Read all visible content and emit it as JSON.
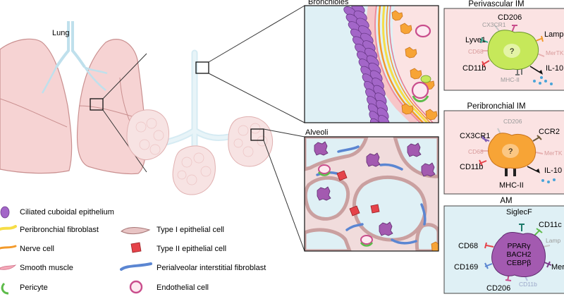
{
  "lung_label": "Lung",
  "zoom_labels": {
    "bronchioles": "Bronchioles",
    "alveoli": "Alveoli"
  },
  "panels": {
    "perivascular": {
      "title": "Perivascular IM",
      "cell_mark": "?",
      "markers_strong": [
        "CD206",
        "Lyve1",
        "Lamp",
        "CD11b"
      ],
      "markers_faint": [
        "CX3CR1",
        "CD68",
        "MerTK",
        "MHC-II"
      ],
      "cytokine": "IL-10"
    },
    "peribronchial": {
      "title": "Peribronchial IM",
      "cell_mark": "?",
      "markers_strong": [
        "CX3CR1",
        "CCR2",
        "CD11b",
        "MHC-II"
      ],
      "markers_faint": [
        "CD206",
        "CD68",
        "MerTK"
      ],
      "cytokine": "IL-10"
    },
    "am": {
      "title": "AM",
      "cell_text": [
        "PPARγ",
        "BACH2",
        "CEBPβ"
      ],
      "markers_strong": [
        "SiglecF",
        "CD11c",
        "CD68",
        "CD169",
        "Mer",
        "CD206"
      ],
      "markers_faint": [
        "Lamp",
        "CD11b"
      ]
    }
  },
  "legend": [
    {
      "label": "Ciliated cuboidal epithelium",
      "icon": "ciliated-cell"
    },
    {
      "label": "Peribronchial fibroblast",
      "icon": "yellow-fibroblast"
    },
    {
      "label": "Nerve cell",
      "icon": "orange-fiber"
    },
    {
      "label": "Smooth muscle",
      "icon": "pink-muscle"
    },
    {
      "label": "Pericyte",
      "icon": "green-pericyte"
    },
    {
      "label": "Type I epithelial cell",
      "icon": "type1-cell"
    },
    {
      "label": "Type II epithelial cell",
      "icon": "type2-cell"
    },
    {
      "label": "Perialveolar interstitial fibroblast",
      "icon": "blue-fibroblast"
    },
    {
      "label": "Endothelial cell",
      "icon": "endothelial-ring"
    }
  ],
  "colors": {
    "lung_fill": "#f6d3d3",
    "lung_stroke": "#c98f8f",
    "airway_blue": "#dceef5",
    "panel_pink": "#fbe3e3",
    "panel_blue": "#dff0f5",
    "cilia_purple": "#a366c8",
    "perivascular_cell": "#c6e85a",
    "peribronchial_cell": "#f7a436",
    "am_cell": "#a35ab0"
  }
}
